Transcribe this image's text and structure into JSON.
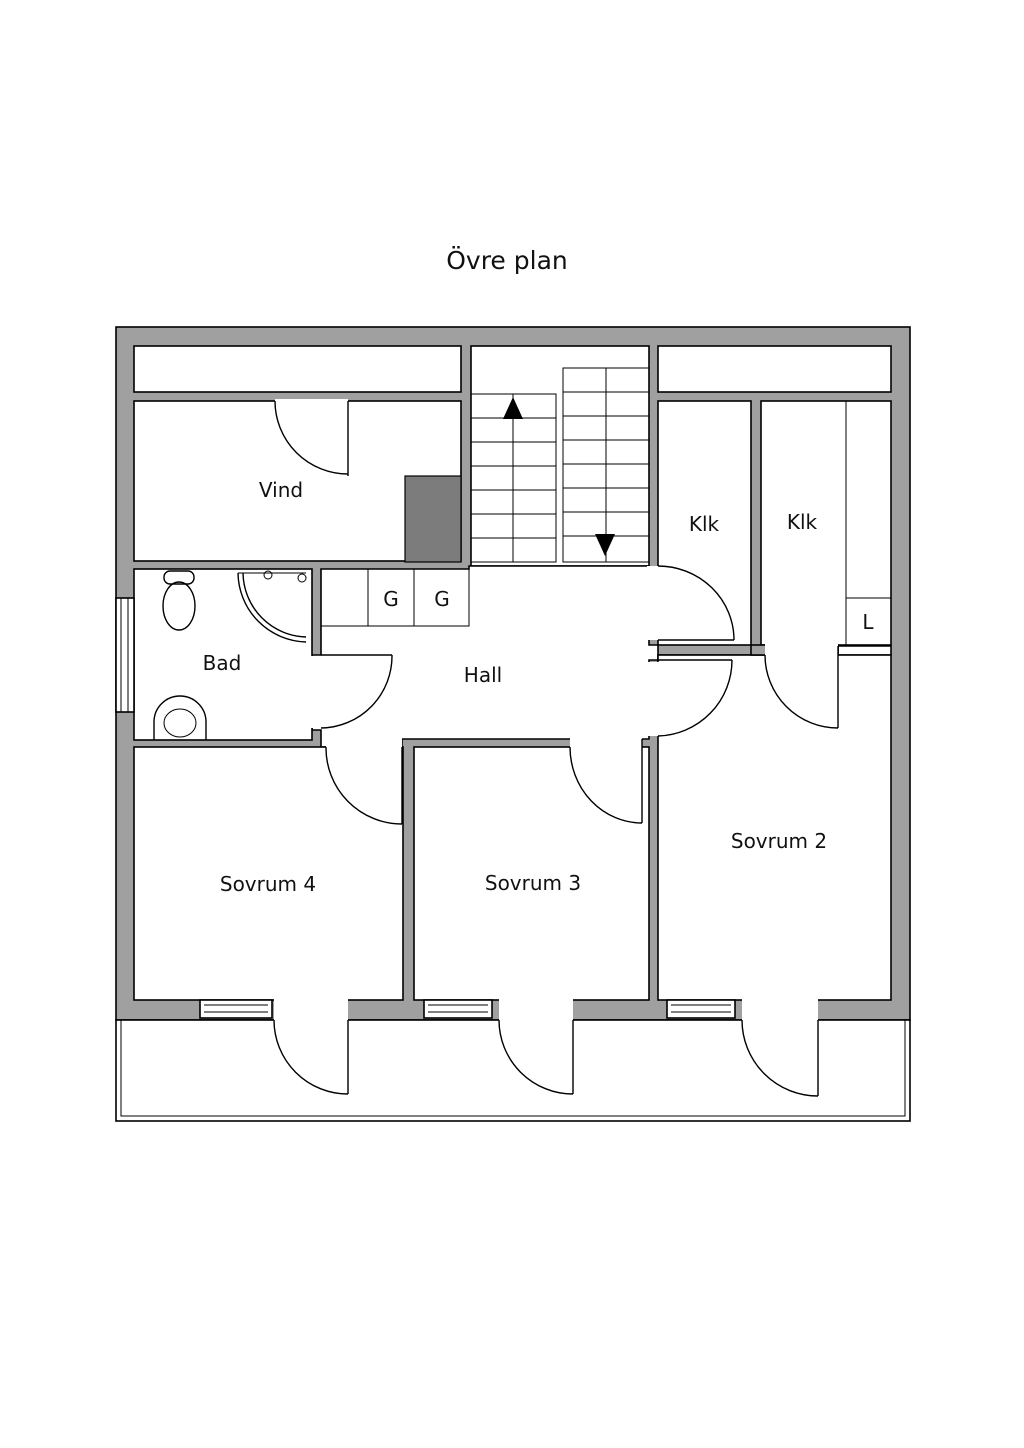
{
  "title": "Övre plan",
  "rooms": {
    "vind": "Vind",
    "bad": "Bad",
    "hall": "Hall",
    "klk_1": "Klk",
    "klk_2": "Klk",
    "sovrum_4": "Sovrum 4",
    "sovrum_3": "Sovrum 3",
    "sovrum_2": "Sovrum 2"
  },
  "fixtures": {
    "wardrobe_1": "G",
    "wardrobe_2": "G",
    "linen_closet": "L"
  },
  "stair_arrows": [
    "up",
    "down"
  ],
  "colors": {
    "wall": "#a0a0a0",
    "background": "#ffffff",
    "line": "#000000"
  }
}
